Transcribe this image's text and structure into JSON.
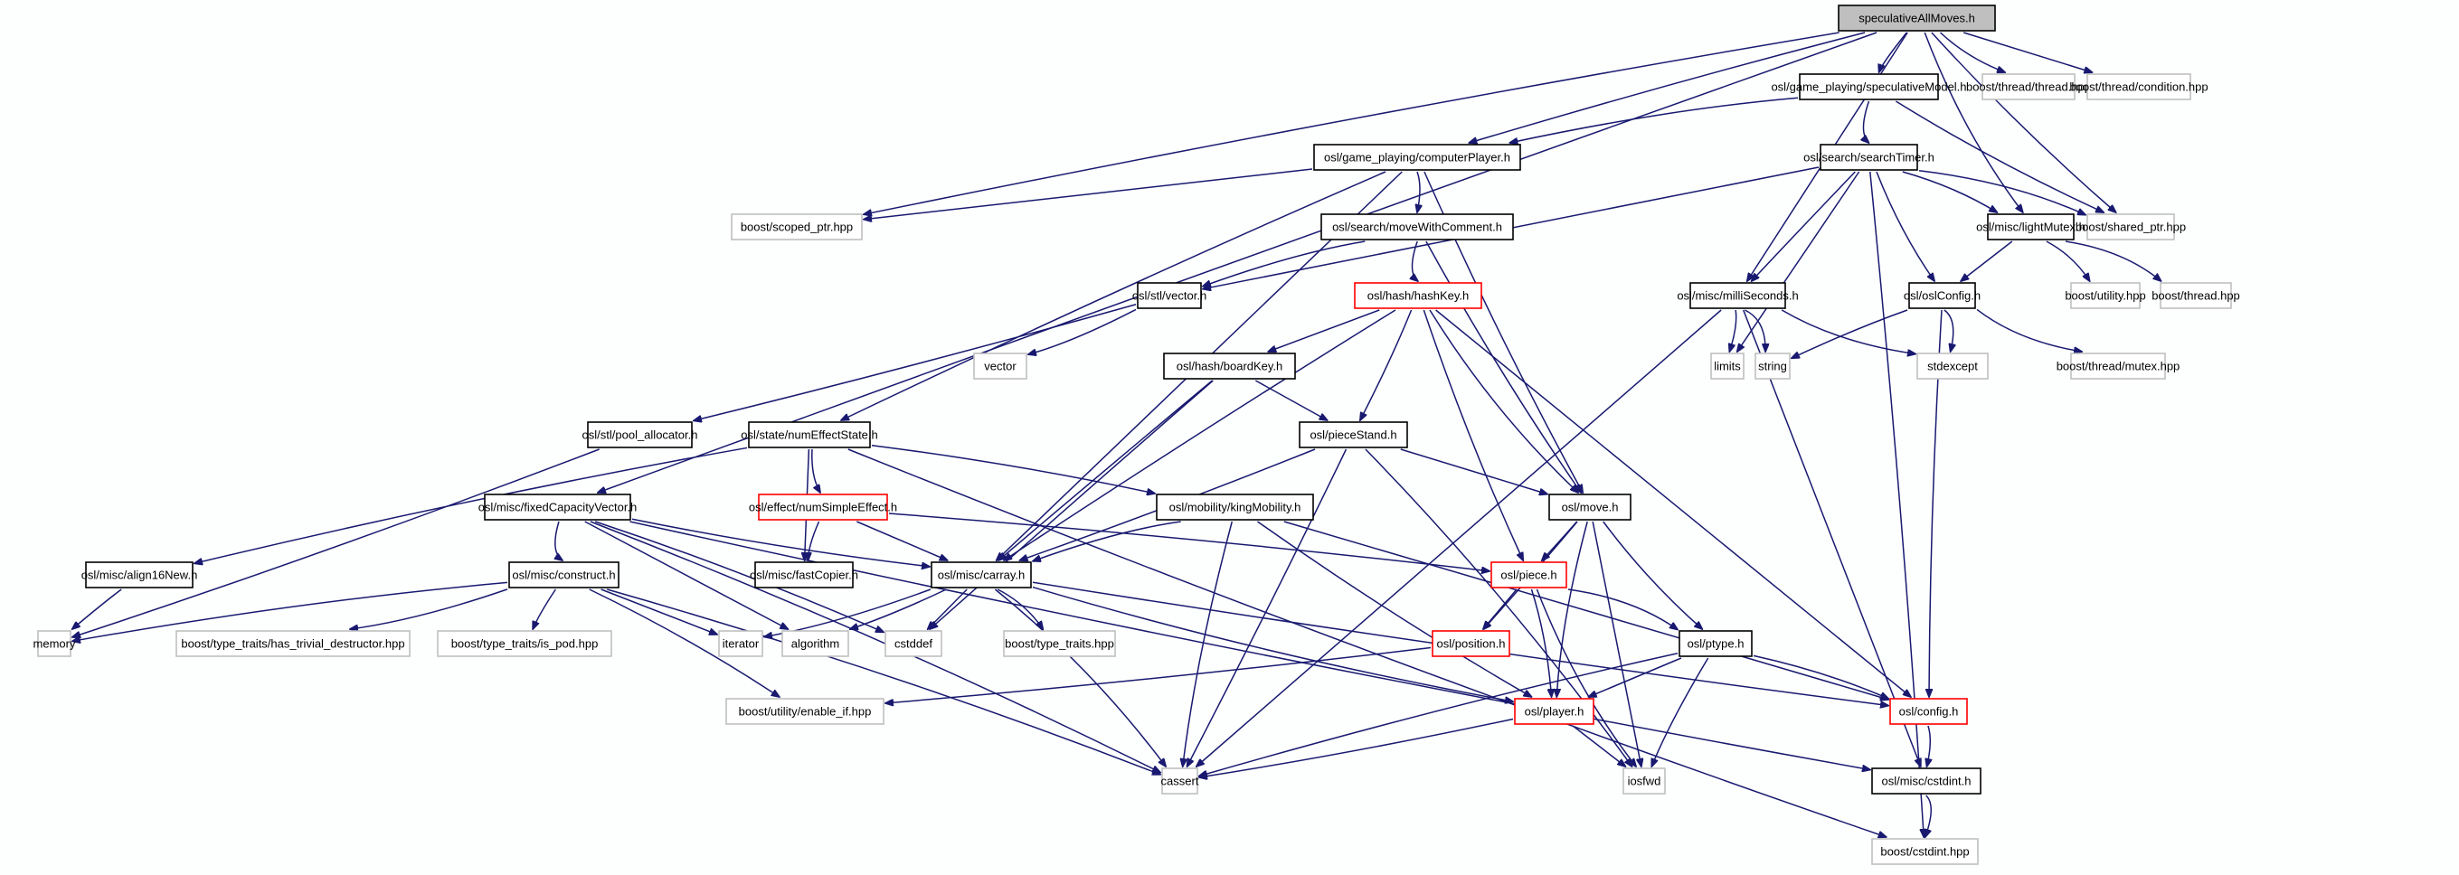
{
  "diagram": {
    "title": "speculativeAllMoves.h",
    "colors": {
      "edge": "#191970",
      "root_fill": "#bfbfbf",
      "documented_border": "#000000",
      "undocumented_border": "#ff0000",
      "external_border": "#bfbfbf",
      "background": "#fcfffd"
    },
    "nodes": [
      {
        "id": "root",
        "label": "speculativeAllMoves.h",
        "kind": "root"
      },
      {
        "id": "specModel",
        "label": "osl/game_playing/speculativeModel.h",
        "kind": "doc"
      },
      {
        "id": "bthread",
        "label": "boost/thread/thread.hpp",
        "kind": "ext"
      },
      {
        "id": "bcond",
        "label": "boost/thread/condition.hpp",
        "kind": "ext"
      },
      {
        "id": "compPlayer",
        "label": "osl/game_playing/computerPlayer.h",
        "kind": "doc"
      },
      {
        "id": "searchTimer",
        "label": "osl/search/searchTimer.h",
        "kind": "doc"
      },
      {
        "id": "scoped",
        "label": "boost/scoped_ptr.hpp",
        "kind": "ext"
      },
      {
        "id": "moveWC",
        "label": "osl/search/moveWithComment.h",
        "kind": "doc"
      },
      {
        "id": "lightMutex",
        "label": "osl/misc/lightMutex.h",
        "kind": "doc"
      },
      {
        "id": "shared",
        "label": "boost/shared_ptr.hpp",
        "kind": "ext"
      },
      {
        "id": "stlvector",
        "label": "osl/stl/vector.h",
        "kind": "doc"
      },
      {
        "id": "hashKey",
        "label": "osl/hash/hashKey.h",
        "kind": "undoc"
      },
      {
        "id": "milli",
        "label": "osl/misc/milliSeconds.h",
        "kind": "doc"
      },
      {
        "id": "oslConfig",
        "label": "osl/oslConfig.h",
        "kind": "doc"
      },
      {
        "id": "butility",
        "label": "boost/utility.hpp",
        "kind": "ext"
      },
      {
        "id": "bthread2",
        "label": "boost/thread.hpp",
        "kind": "ext"
      },
      {
        "id": "vector",
        "label": "vector",
        "kind": "ext"
      },
      {
        "id": "boardKey",
        "label": "osl/hash/boardKey.h",
        "kind": "doc"
      },
      {
        "id": "limits",
        "label": "limits",
        "kind": "ext"
      },
      {
        "id": "string",
        "label": "string",
        "kind": "ext"
      },
      {
        "id": "stdexcept",
        "label": "stdexcept",
        "kind": "ext"
      },
      {
        "id": "bmutex",
        "label": "boost/thread/mutex.hpp",
        "kind": "ext"
      },
      {
        "id": "pool",
        "label": "osl/stl/pool_allocator.h",
        "kind": "doc"
      },
      {
        "id": "numEffState",
        "label": "osl/state/numEffectState.h",
        "kind": "doc"
      },
      {
        "id": "pieceStand",
        "label": "osl/pieceStand.h",
        "kind": "doc"
      },
      {
        "id": "fixedCap",
        "label": "osl/misc/fixedCapacityVector.h",
        "kind": "doc"
      },
      {
        "id": "numSimple",
        "label": "osl/effect/numSimpleEffect.h",
        "kind": "undoc"
      },
      {
        "id": "kingMob",
        "label": "osl/mobility/kingMobility.h",
        "kind": "doc"
      },
      {
        "id": "move",
        "label": "osl/move.h",
        "kind": "doc"
      },
      {
        "id": "align16",
        "label": "osl/misc/align16New.h",
        "kind": "doc"
      },
      {
        "id": "construct",
        "label": "osl/misc/construct.h",
        "kind": "doc"
      },
      {
        "id": "fastCopier",
        "label": "osl/misc/fastCopier.h",
        "kind": "doc"
      },
      {
        "id": "carray",
        "label": "osl/misc/carray.h",
        "kind": "doc"
      },
      {
        "id": "piece",
        "label": "osl/piece.h",
        "kind": "undoc"
      },
      {
        "id": "memory",
        "label": "memory",
        "kind": "ext"
      },
      {
        "id": "hasTrivial",
        "label": "boost/type_traits/has_trivial_destructor.hpp",
        "kind": "ext"
      },
      {
        "id": "isPod",
        "label": "boost/type_traits/is_pod.hpp",
        "kind": "ext"
      },
      {
        "id": "iterator",
        "label": "iterator",
        "kind": "ext"
      },
      {
        "id": "algorithm",
        "label": "algorithm",
        "kind": "ext"
      },
      {
        "id": "cstddef",
        "label": "cstddef",
        "kind": "ext"
      },
      {
        "id": "typeTraits",
        "label": "boost/type_traits.hpp",
        "kind": "ext"
      },
      {
        "id": "position",
        "label": "osl/position.h",
        "kind": "undoc"
      },
      {
        "id": "ptype",
        "label": "osl/ptype.h",
        "kind": "doc"
      },
      {
        "id": "enableIf",
        "label": "boost/utility/enable_if.hpp",
        "kind": "ext"
      },
      {
        "id": "player",
        "label": "osl/player.h",
        "kind": "undoc"
      },
      {
        "id": "config",
        "label": "osl/config.h",
        "kind": "undoc"
      },
      {
        "id": "cassert",
        "label": "cassert",
        "kind": "ext"
      },
      {
        "id": "iosfwd",
        "label": "iosfwd",
        "kind": "ext"
      },
      {
        "id": "cstdintH",
        "label": "osl/misc/cstdint.h",
        "kind": "doc"
      },
      {
        "id": "bcstdint",
        "label": "boost/cstdint.hpp",
        "kind": "ext"
      }
    ],
    "edges": [
      [
        "root",
        "specModel"
      ],
      [
        "root",
        "bthread"
      ],
      [
        "root",
        "bcond"
      ],
      [
        "root",
        "compPlayer"
      ],
      [
        "root",
        "scoped"
      ],
      [
        "root",
        "lightMutex"
      ],
      [
        "root",
        "shared"
      ],
      [
        "root",
        "milli"
      ],
      [
        "root",
        "fixedCap"
      ],
      [
        "specModel",
        "compPlayer"
      ],
      [
        "specModel",
        "searchTimer"
      ],
      [
        "specModel",
        "shared"
      ],
      [
        "compPlayer",
        "scoped"
      ],
      [
        "compPlayer",
        "moveWC"
      ],
      [
        "compPlayer",
        "numEffState"
      ],
      [
        "compPlayer",
        "carray"
      ],
      [
        "compPlayer",
        "move"
      ],
      [
        "searchTimer",
        "stlvector"
      ],
      [
        "searchTimer",
        "lightMutex"
      ],
      [
        "searchTimer",
        "shared"
      ],
      [
        "searchTimer",
        "milli"
      ],
      [
        "searchTimer",
        "oslConfig"
      ],
      [
        "searchTimer",
        "limits"
      ],
      [
        "searchTimer",
        "bcstdint"
      ],
      [
        "moveWC",
        "stlvector"
      ],
      [
        "moveWC",
        "hashKey"
      ],
      [
        "moveWC",
        "move"
      ],
      [
        "lightMutex",
        "oslConfig"
      ],
      [
        "lightMutex",
        "butility"
      ],
      [
        "lightMutex",
        "bthread2"
      ],
      [
        "stlvector",
        "vector"
      ],
      [
        "stlvector",
        "pool"
      ],
      [
        "hashKey",
        "boardKey"
      ],
      [
        "hashKey",
        "pieceStand"
      ],
      [
        "hashKey",
        "carray"
      ],
      [
        "hashKey",
        "move"
      ],
      [
        "hashKey",
        "piece"
      ],
      [
        "hashKey",
        "config"
      ],
      [
        "milli",
        "limits"
      ],
      [
        "milli",
        "string"
      ],
      [
        "milli",
        "stdexcept"
      ],
      [
        "milli",
        "cassert"
      ],
      [
        "milli",
        "cstdintH"
      ],
      [
        "oslConfig",
        "string"
      ],
      [
        "oslConfig",
        "stdexcept"
      ],
      [
        "oslConfig",
        "bmutex"
      ],
      [
        "oslConfig",
        "config"
      ],
      [
        "boardKey",
        "pieceStand"
      ],
      [
        "boardKey",
        "carray"
      ],
      [
        "boardKey",
        "cstddef"
      ],
      [
        "pool",
        "memory"
      ],
      [
        "numEffState",
        "numSimple"
      ],
      [
        "numEffState",
        "fastCopier"
      ],
      [
        "numEffState",
        "kingMob"
      ],
      [
        "numEffState",
        "align16"
      ],
      [
        "numEffState",
        "bcstdint"
      ],
      [
        "pieceStand",
        "carray"
      ],
      [
        "pieceStand",
        "move"
      ],
      [
        "pieceStand",
        "cassert"
      ],
      [
        "pieceStand",
        "iosfwd"
      ],
      [
        "fixedCap",
        "construct"
      ],
      [
        "fixedCap",
        "carray"
      ],
      [
        "fixedCap",
        "algorithm"
      ],
      [
        "fixedCap",
        "cstddef"
      ],
      [
        "fixedCap",
        "cassert"
      ],
      [
        "fixedCap",
        "cstdintH"
      ],
      [
        "numSimple",
        "fastCopier"
      ],
      [
        "numSimple",
        "carray"
      ],
      [
        "numSimple",
        "piece"
      ],
      [
        "kingMob",
        "carray"
      ],
      [
        "kingMob",
        "cassert"
      ],
      [
        "kingMob",
        "player"
      ],
      [
        "kingMob",
        "config"
      ],
      [
        "move",
        "piece"
      ],
      [
        "move",
        "position"
      ],
      [
        "move",
        "player"
      ],
      [
        "move",
        "ptype"
      ],
      [
        "move",
        "iosfwd"
      ],
      [
        "align16",
        "memory"
      ],
      [
        "construct",
        "memory"
      ],
      [
        "construct",
        "hasTrivial"
      ],
      [
        "construct",
        "isPod"
      ],
      [
        "construct",
        "iterator"
      ],
      [
        "construct",
        "enableIf"
      ],
      [
        "construct",
        "cassert"
      ],
      [
        "carray",
        "iterator"
      ],
      [
        "carray",
        "algorithm"
      ],
      [
        "carray",
        "cstddef"
      ],
      [
        "carray",
        "typeTraits"
      ],
      [
        "carray",
        "cassert"
      ],
      [
        "carray",
        "player"
      ],
      [
        "carray",
        "config"
      ],
      [
        "piece",
        "position"
      ],
      [
        "piece",
        "player"
      ],
      [
        "piece",
        "ptype"
      ],
      [
        "piece",
        "iosfwd"
      ],
      [
        "position",
        "enableIf"
      ],
      [
        "ptype",
        "player"
      ],
      [
        "ptype",
        "config"
      ],
      [
        "ptype",
        "cassert"
      ],
      [
        "ptype",
        "iosfwd"
      ],
      [
        "player",
        "cassert"
      ],
      [
        "player",
        "iosfwd"
      ],
      [
        "config",
        "cstdintH"
      ],
      [
        "cstdintH",
        "bcstdint"
      ]
    ]
  }
}
